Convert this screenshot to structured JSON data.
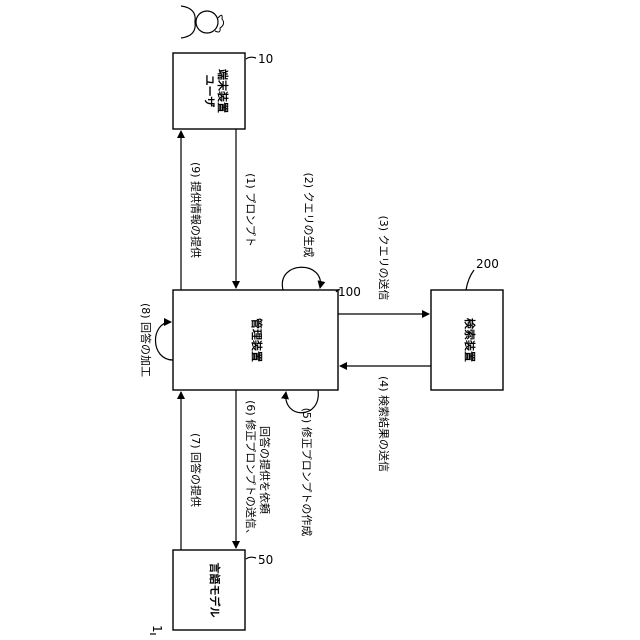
{
  "figure_number": "1",
  "nodes": {
    "user_terminal": {
      "ref": "10",
      "label_line1": "ユーザ",
      "label_line2": "端末装置"
    },
    "management": {
      "ref": "100",
      "label": "管理装置"
    },
    "language_model": {
      "ref": "50",
      "label": "言語モデル"
    },
    "search": {
      "ref": "200",
      "label": "検索装置"
    }
  },
  "edges": {
    "e1": "(1) プロンプト",
    "e2": "(2) クエリの生成",
    "e3": "(3) クエリの送信",
    "e4": "(4) 検索結果の送信",
    "e5": "(5) 修正プロンプトの作成",
    "e6_line1": "(6) 修正プロンプトの送信、",
    "e6_line2": "回答の提供を依頼",
    "e7": "(7) 回答の提供",
    "e8": "(8) 回答の加工",
    "e9": "(9) 提供情報の提供"
  }
}
